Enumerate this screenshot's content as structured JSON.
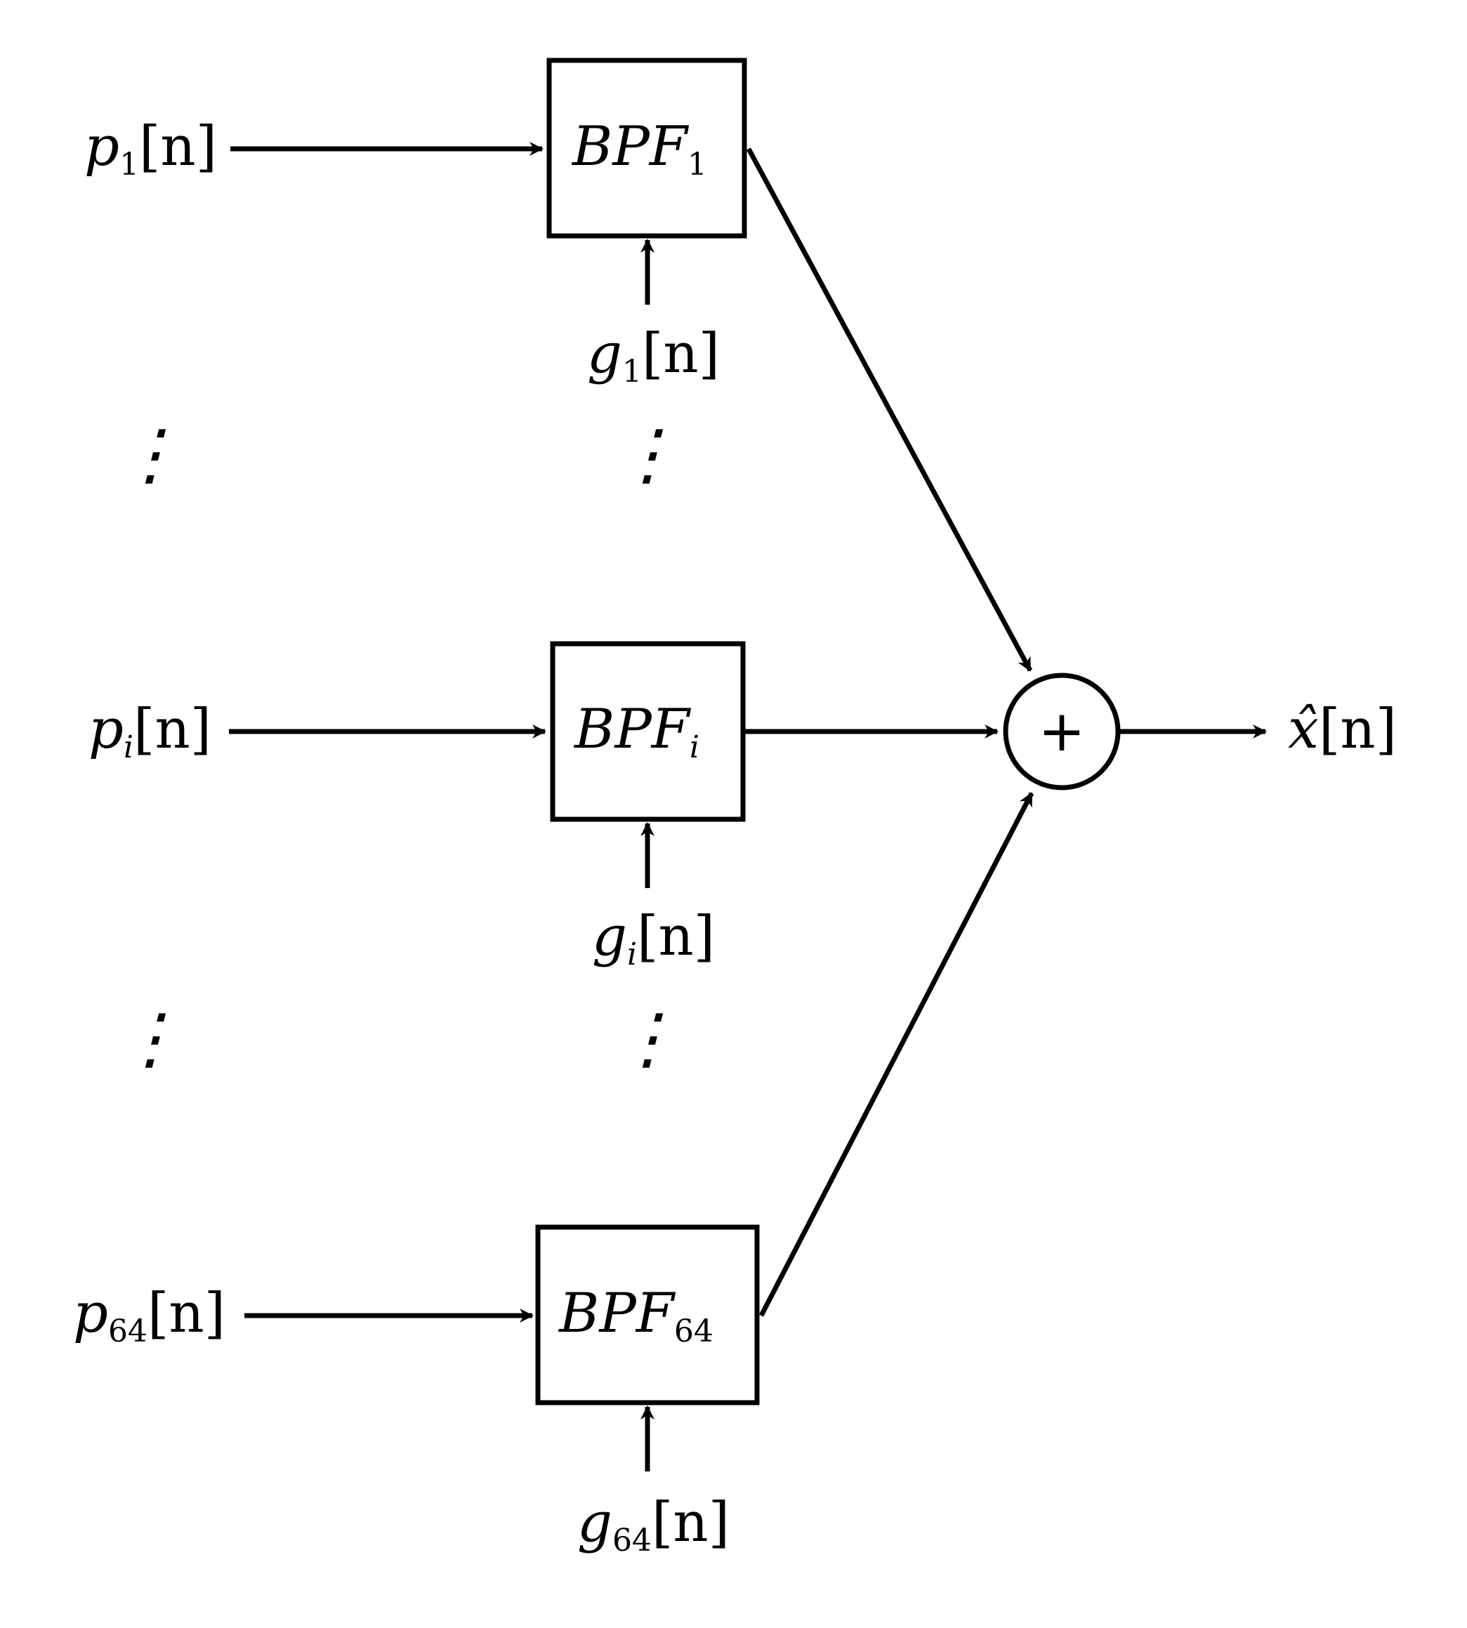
{
  "inputs": {
    "p1": {
      "base": "p",
      "sub": "1",
      "arg": "[n]"
    },
    "pi": {
      "base": "p",
      "sub": "i",
      "arg": "[n]"
    },
    "p64": {
      "base": "p",
      "sub": "64",
      "arg": "[n]"
    }
  },
  "filters": {
    "bpf1": {
      "base": "BPF",
      "sub": "1"
    },
    "bpfi": {
      "base": "BPF",
      "sub": "i"
    },
    "bpf64": {
      "base": "BPF",
      "sub": "64"
    }
  },
  "gains": {
    "g1": {
      "base": "g",
      "sub": "1",
      "arg": "[n]"
    },
    "gi": {
      "base": "g",
      "sub": "i",
      "arg": "[n]"
    },
    "g64": {
      "base": "g",
      "sub": "64",
      "arg": "[n]"
    }
  },
  "summer": {
    "symbol": "+"
  },
  "output": {
    "base": "x̂",
    "arg": "[n]"
  },
  "ellipsis": "⋮",
  "colors": {
    "stroke": "#000000",
    "background": "#ffffff"
  }
}
